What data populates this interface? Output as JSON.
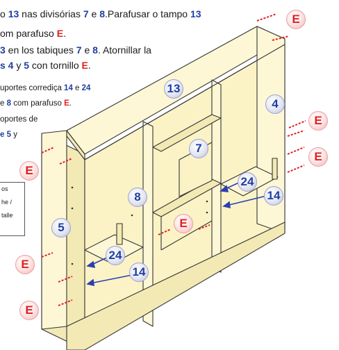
{
  "instructions": {
    "pt_line1": {
      "a": "o ",
      "n1": "13",
      "b": " nas divisórias ",
      "n2": "7",
      "c": " e ",
      "n3": "8",
      "d": ".Parafusar o tampo ",
      "n4": "13"
    },
    "pt_line2": {
      "a": "om parafuso ",
      "n1": "E",
      "b": "."
    },
    "es_line1": {
      "n0": "3",
      "a": " en los tabiques ",
      "n1": "7",
      "b": " e ",
      "n2": "8",
      "c": ". Atornillar la"
    },
    "es_line2": {
      "n1": "s 4",
      "a": " y ",
      "n2": "5",
      "b": " con tornillo ",
      "n3": "E",
      "c": "."
    },
    "pt2_line1": {
      "a": "uportes corrediça ",
      "n1": "14",
      "b": " e ",
      "n2": "24"
    },
    "pt2_line2": {
      "a": "e ",
      "n1": "8",
      "b": " com parafuso ",
      "n2": "E",
      "c": "."
    },
    "es2_line1": {
      "a": "oportes de"
    },
    "es2_line2": {
      "n1": "e 5",
      "a": " y"
    }
  },
  "note": {
    "lines": [
      "os",
      "he /",
      "talle"
    ]
  },
  "callouts": {
    "e_top_right": "E",
    "e_right_1": "E",
    "e_right_2": "E",
    "e_left_1": "E",
    "e_left_2": "E",
    "e_left_3": "E",
    "e_center": "E",
    "part_13": "13",
    "part_4": "4",
    "part_7": "7",
    "part_8": "8",
    "part_5": "5",
    "part_24_right": "24",
    "part_14_right": "14",
    "part_24_left": "24",
    "part_14_left": "14"
  },
  "colors": {
    "panel_fill": "#fdf7d6",
    "panel_shade": "#f3e9b4",
    "outline": "#333333",
    "screw_red": "#e02020",
    "arrow_blue": "#2a3fb0",
    "part_number_blue": "#1f3fa0"
  }
}
